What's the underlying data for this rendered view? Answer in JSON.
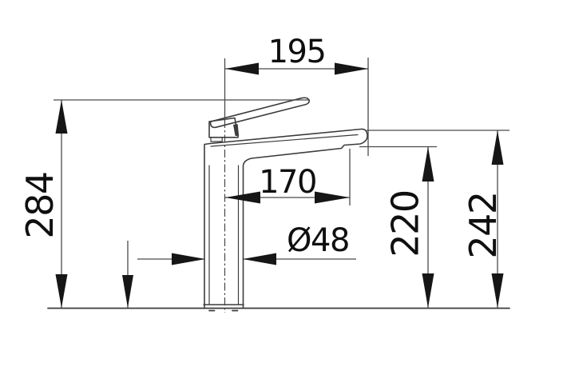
{
  "drawing": {
    "labels": {
      "top_reach": "195",
      "overall_height": "284",
      "spout_reach": "170",
      "base_diameter": "Ø48",
      "spout_underside_height": "220",
      "spout_top_height": "242"
    },
    "colors": {
      "background": "#ffffff",
      "outline": "#3c3c3c",
      "dimension": "#4a4a4a",
      "arrow": "#161616",
      "text": "#0f0f0f"
    }
  }
}
